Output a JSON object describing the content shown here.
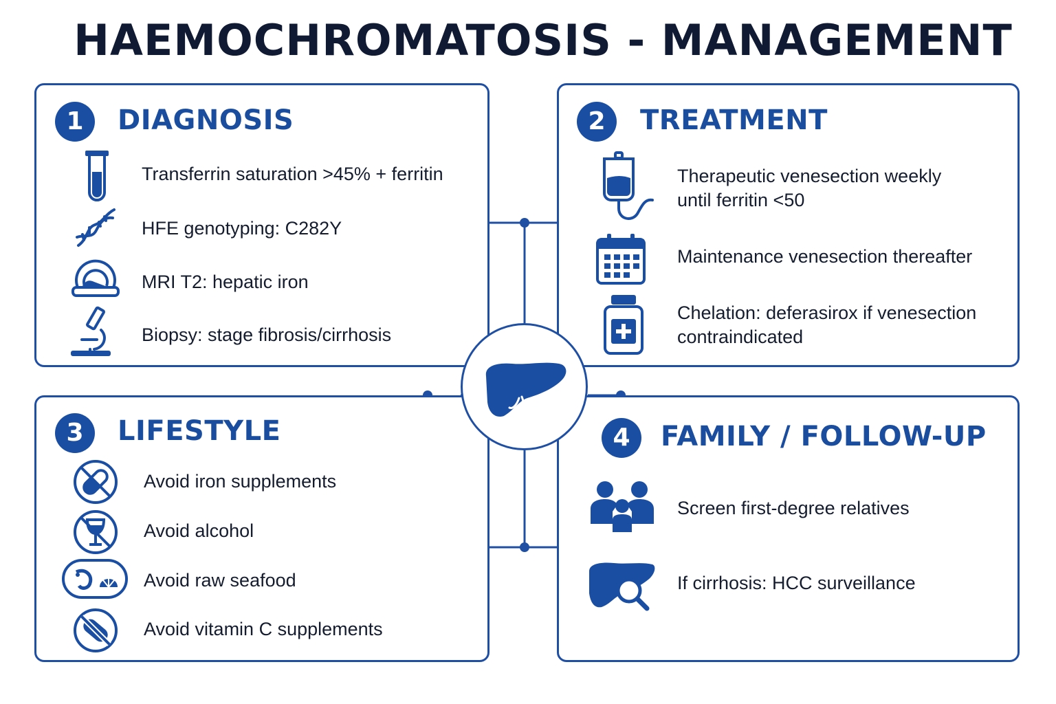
{
  "title": "HAEMOCHROMATOSIS - MANAGEMENT",
  "colors": {
    "accent": "#1a4ea3",
    "border": "#1f4fa3",
    "text": "#141c2e"
  },
  "center_icon": "liver-icon",
  "sections": {
    "diagnosis": {
      "number": "1",
      "heading": "DIAGNOSIS",
      "items": [
        {
          "icon": "test-tube-icon",
          "text": "Transferrin saturation >45% + ferritin"
        },
        {
          "icon": "dna-icon",
          "text": "HFE genotyping: C282Y"
        },
        {
          "icon": "mri-scanner-icon",
          "text": "MRI T2: hepatic iron"
        },
        {
          "icon": "microscope-icon",
          "text": "Biopsy: stage fibrosis/cirrhosis"
        }
      ]
    },
    "treatment": {
      "number": "2",
      "heading": "TREATMENT",
      "items": [
        {
          "icon": "blood-bag-icon",
          "lines": [
            "Therapeutic venesection weekly",
            "until ferritin <50"
          ]
        },
        {
          "icon": "calendar-icon",
          "lines": [
            "Maintenance venesection thereafter"
          ]
        },
        {
          "icon": "medicine-bottle-icon",
          "lines": [
            "Chelation: deferasirox if venesection",
            "contraindicated"
          ]
        }
      ]
    },
    "lifestyle": {
      "number": "3",
      "heading": "LIFESTYLE",
      "items": [
        {
          "icon": "no-pill-icon",
          "text": "Avoid iron supplements"
        },
        {
          "icon": "no-alcohol-icon",
          "text": "Avoid alcohol"
        },
        {
          "icon": "seafood-icon",
          "text": "Avoid raw seafood"
        },
        {
          "icon": "no-capsule-icon",
          "text": "Avoid vitamin C supplements"
        }
      ]
    },
    "family": {
      "number": "4",
      "heading": "FAMILY / FOLLOW-UP",
      "items": [
        {
          "icon": "family-icon",
          "text": "Screen first-degree relatives"
        },
        {
          "icon": "liver-search-icon",
          "text": "If cirrhosis: HCC surveillance"
        }
      ]
    }
  }
}
